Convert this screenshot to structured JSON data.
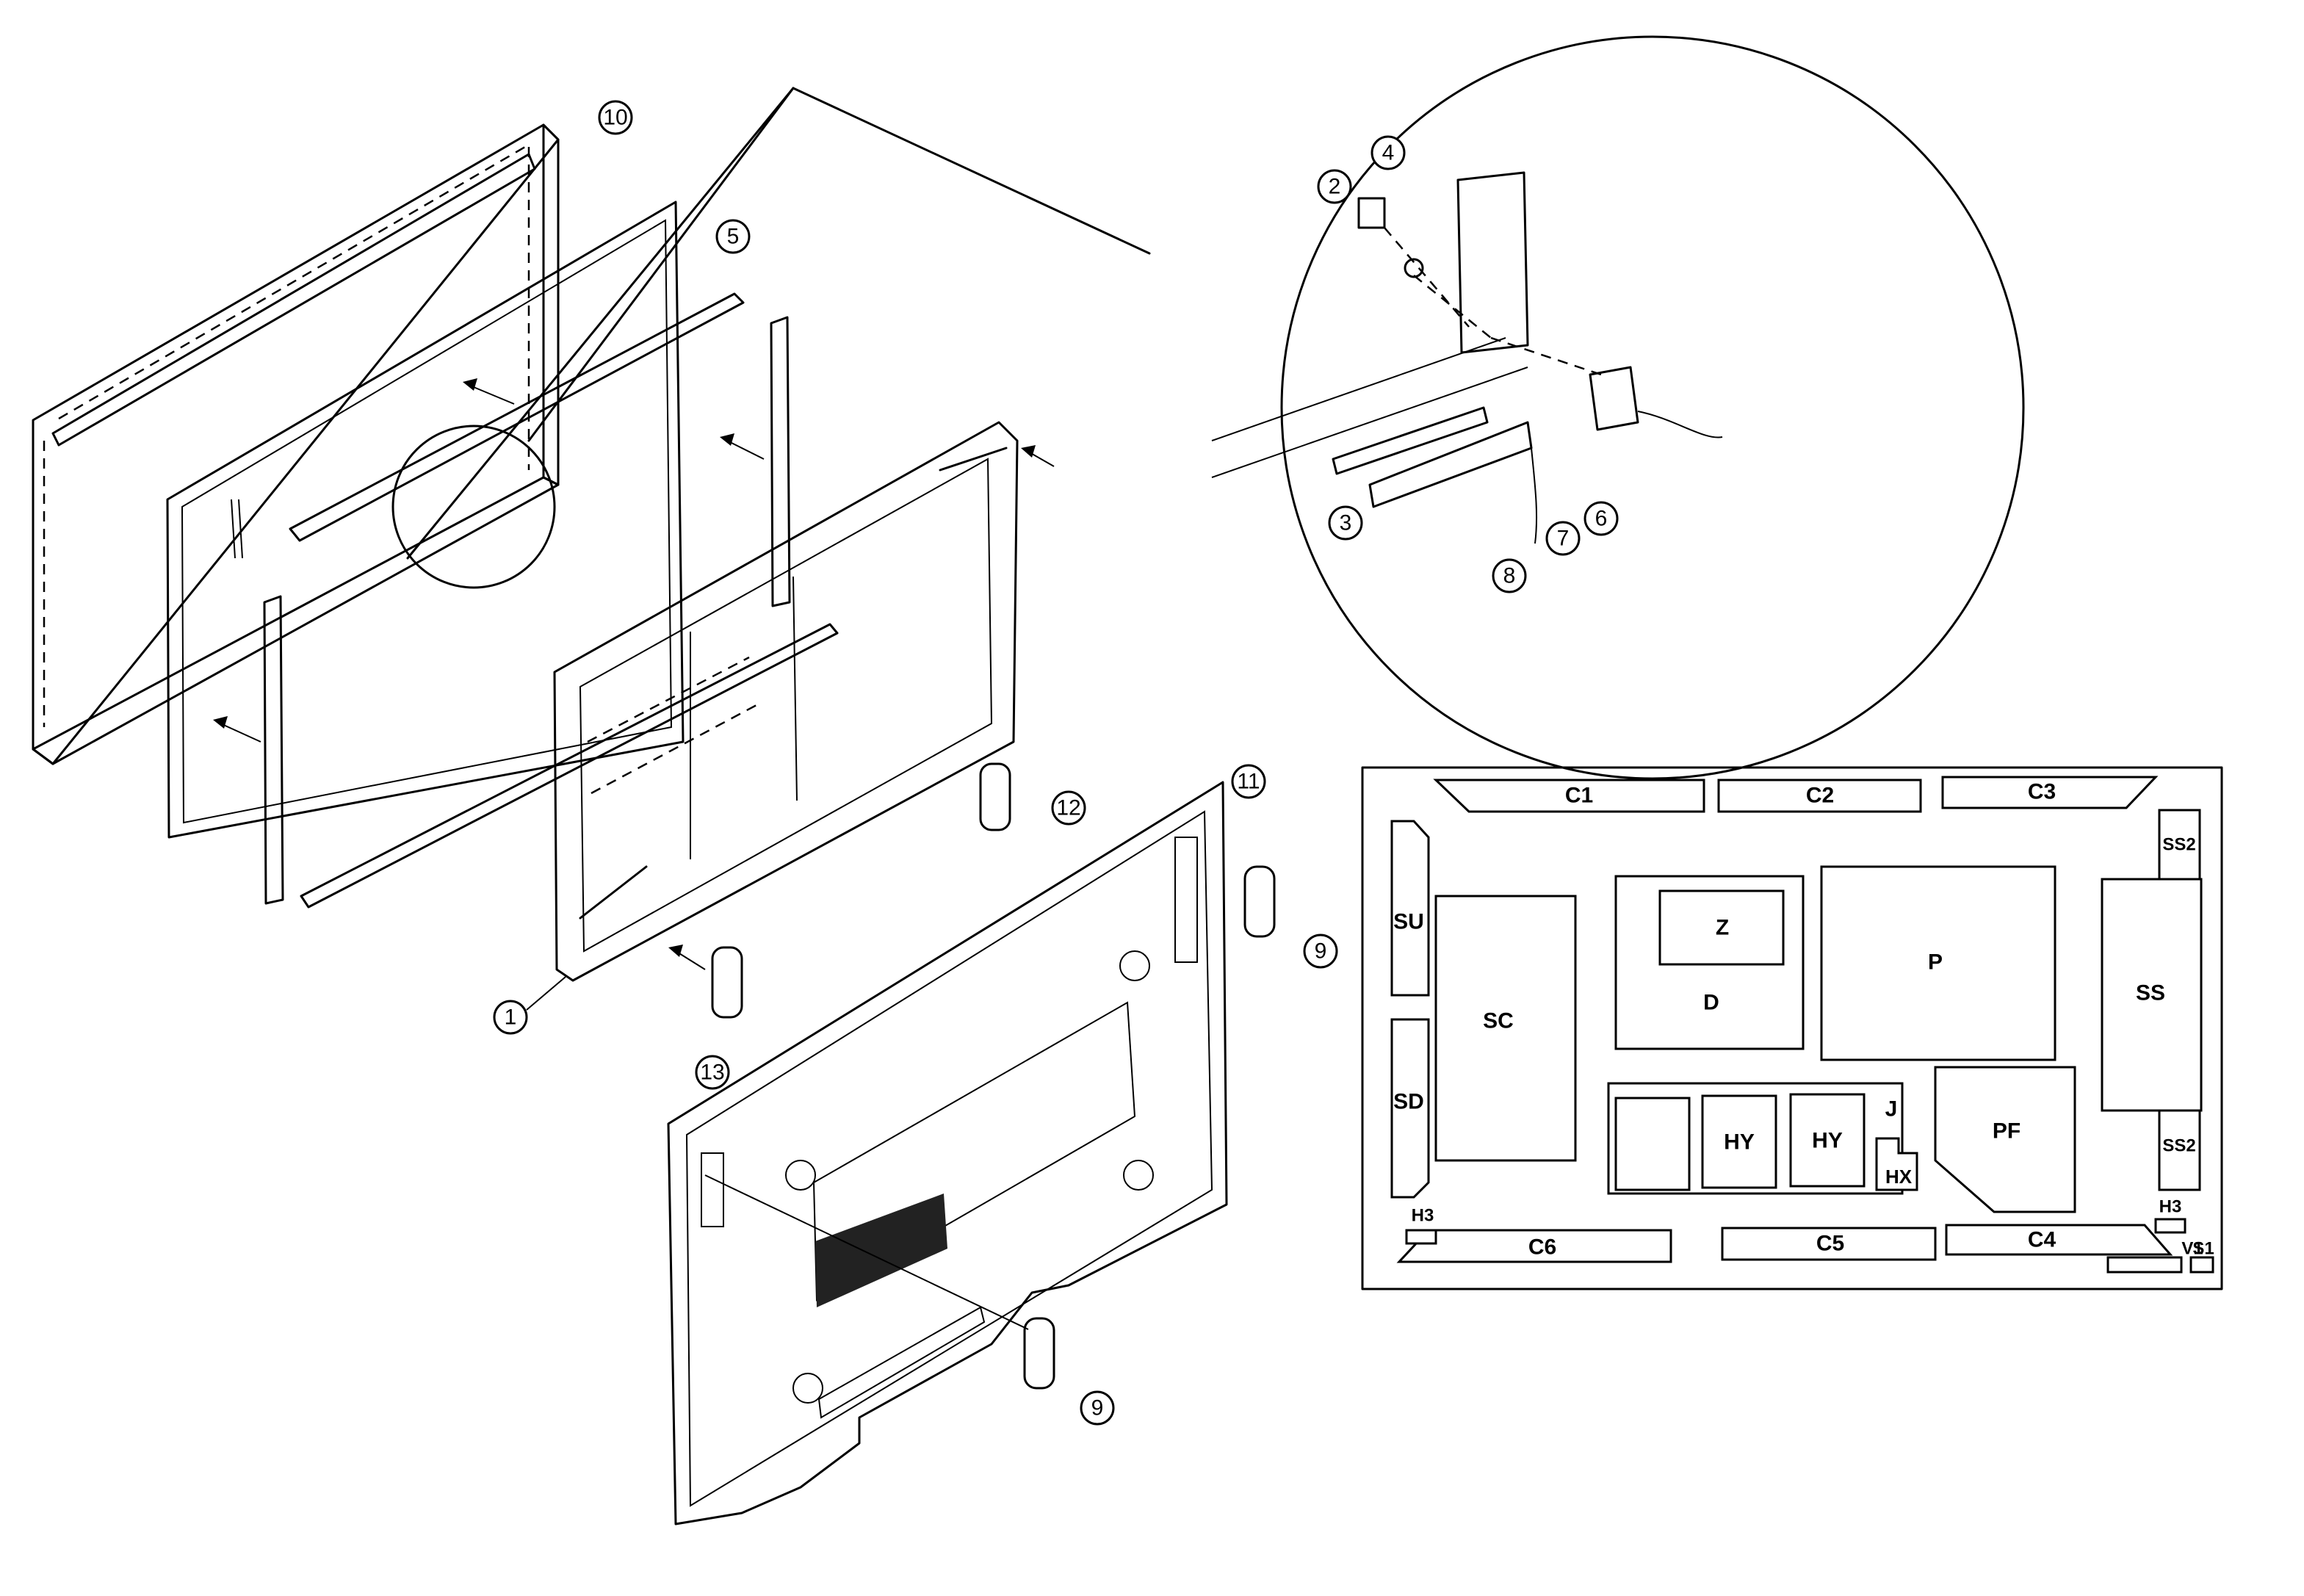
{
  "callouts": [
    "1",
    "2",
    "3",
    "4",
    "5",
    "6",
    "7",
    "8",
    "9",
    "9",
    "10",
    "11",
    "12",
    "13"
  ],
  "board_labels": {
    "c1": "C1",
    "c2": "C2",
    "c3": "C3",
    "c4": "C4",
    "c5": "C5",
    "c6": "C6",
    "su": "SU",
    "sd": "SD",
    "sc": "SC",
    "z": "Z",
    "d": "D",
    "p": "P",
    "ss": "SS",
    "ss2_top": "SS2",
    "ss2_bottom": "SS2",
    "hy_1": "HY",
    "hy_2": "HY",
    "j": "J",
    "hx": "HX",
    "pf": "PF",
    "h3_left": "H3",
    "h3_right": "H3",
    "v1": "V1",
    "s1": "S1"
  }
}
